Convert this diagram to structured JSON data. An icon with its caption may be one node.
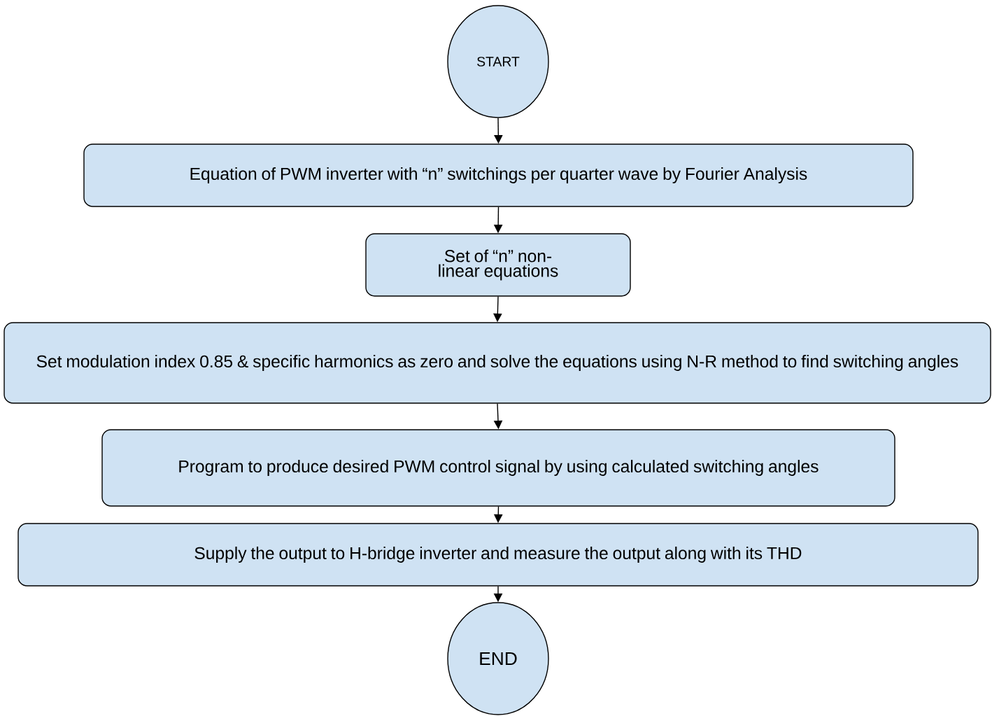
{
  "diagram": {
    "nodes": [
      {
        "text": [
          "START"
        ]
      },
      {
        "text": [
          "Equation of PWM inverter with “n” switchings per quarter wave by Fourier Analysis"
        ]
      },
      {
        "text": [
          "Set of “n” non-linear equations"
        ]
      },
      {
        "text": [
          "Set modulation index 0.85 & specific harmonics as zero and solve the equations using N-R method to find switching angles"
        ]
      },
      {
        "text": [
          "Program to produce desired PWM control signal by using calculated switching angles"
        ]
      },
      {
        "text": [
          "Supply the output to H-bridge inverter and measure the output along with its THD"
        ]
      },
      {
        "text": [
          "END"
        ]
      }
    ],
    "edges": [
      {
        "from": 0,
        "to": 1,
        "arrow": "to"
      },
      {
        "from": 1,
        "to": 2,
        "arrow": "to"
      },
      {
        "from": 2,
        "to": 3,
        "arrow": "to"
      },
      {
        "from": 3,
        "to": 4,
        "arrow": "to"
      },
      {
        "from": 4,
        "to": 5,
        "arrow": "to"
      },
      {
        "from": 5,
        "to": 6,
        "arrow": "to"
      }
    ]
  }
}
